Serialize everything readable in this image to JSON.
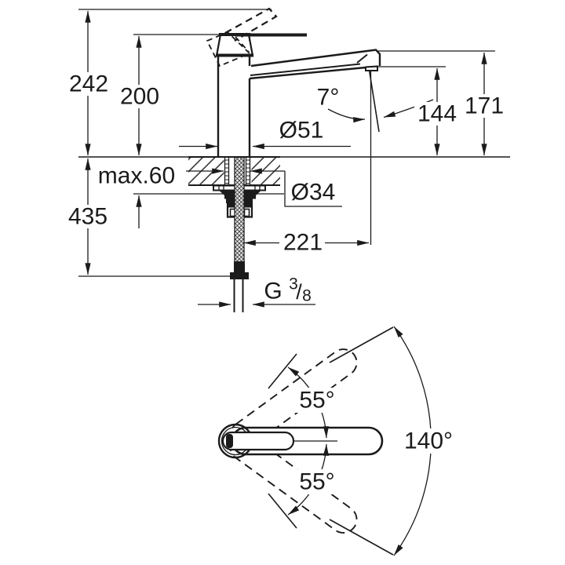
{
  "canvas": {
    "background": "#ffffff",
    "ink": "#1b1b1b"
  },
  "side_view": {
    "labels": {
      "total_height": "242",
      "lever_height": "200",
      "max_counter_thickness": "max.60",
      "hose_drop": "435",
      "body_diameter": "Ø51",
      "shank_diameter": "Ø34",
      "spout_reach": "221",
      "spout_angle": "7°",
      "outlet_height": "144",
      "spout_top_height": "171",
      "thread_letter": "G",
      "thread_numerator": "3",
      "thread_slash": "/",
      "thread_denominator": "8"
    }
  },
  "plan_view": {
    "labels": {
      "swivel_upper": "55°",
      "swivel_lower": "55°",
      "swivel_total": "140°"
    }
  }
}
